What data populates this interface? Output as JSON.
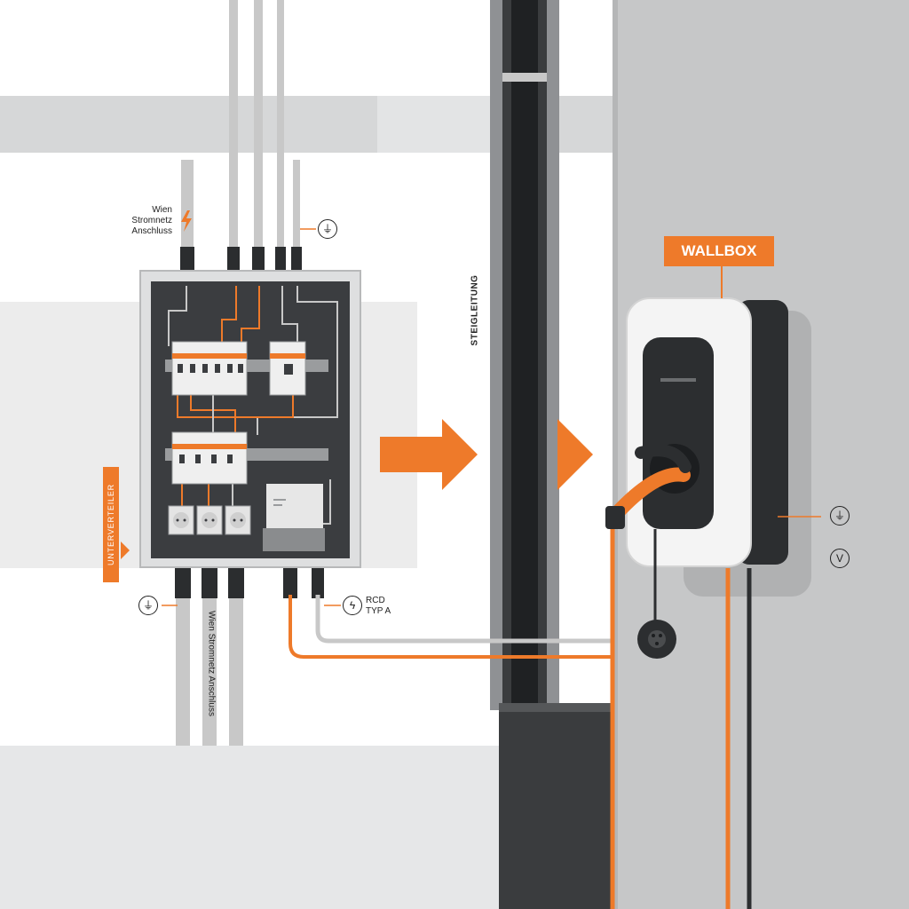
{
  "labels": {
    "wallbox": "WALLBOX",
    "riser": "STEIGLEITUNG",
    "feed_top": [
      "Wien",
      "Stromnetz",
      "Anschluss"
    ],
    "feed_bottom": "Wien Stromnetz Anschluss",
    "subdistribution": "UNTERVERTEILER",
    "rcd": [
      "RCD",
      "TYP A"
    ],
    "voltage_symbol": "V"
  },
  "icons": [
    "lightning-icon",
    "ground-icon",
    "arrow-right-icon",
    "socket-icon",
    "charging-plug-icon"
  ],
  "colors": {
    "accent_orange": "#ee7a2a",
    "cable_grey": "#c8c8c8",
    "panel_dark": "#3b3d40",
    "wall_grey": "#c6c7c8",
    "riser_black": "#2a2c2e",
    "wallbox_white": "#f4f4f4"
  }
}
